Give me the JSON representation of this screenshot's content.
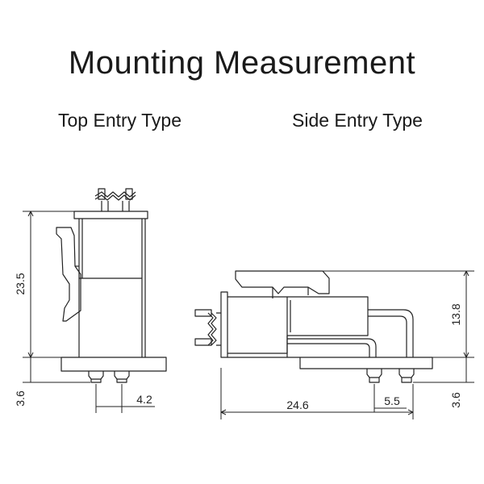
{
  "title": "Mounting Measurement",
  "views": {
    "top_entry": {
      "label": "Top Entry Type",
      "dims": {
        "height": "23.5",
        "pin_height": "3.6",
        "pitch": "4.2"
      }
    },
    "side_entry": {
      "label": "Side Entry Type",
      "dims": {
        "length": "24.6",
        "pitch": "5.5",
        "height": "13.8",
        "pin_height": "3.6"
      }
    }
  }
}
